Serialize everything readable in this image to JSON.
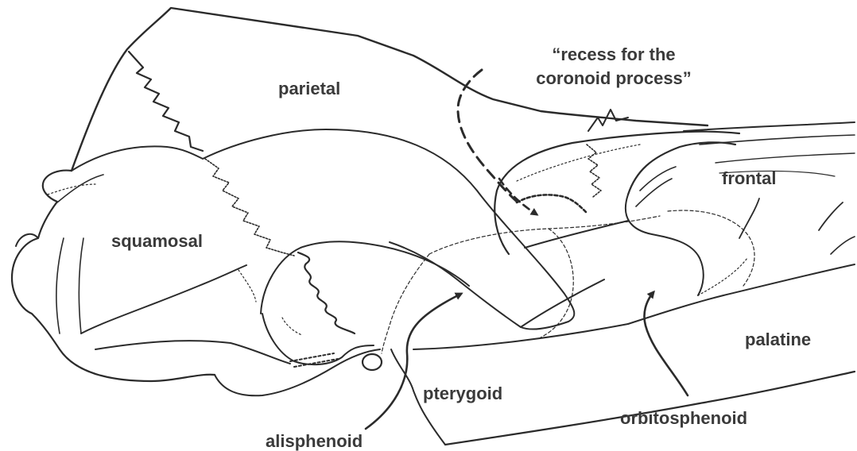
{
  "labels": {
    "parietal": "parietal",
    "squamosal": "squamosal",
    "frontal": "frontal",
    "palatine": "palatine",
    "pterygoid": "pterygoid",
    "alisphenoid": "alisphenoid",
    "orbitosphenoid": "orbitosphenoid"
  },
  "annotation": {
    "line1": "“recess for the",
    "line2": "coronoid process”"
  },
  "colors": {
    "stroke": "#2b2b2b",
    "text": "#3a3a3a",
    "background": "#ffffff"
  }
}
